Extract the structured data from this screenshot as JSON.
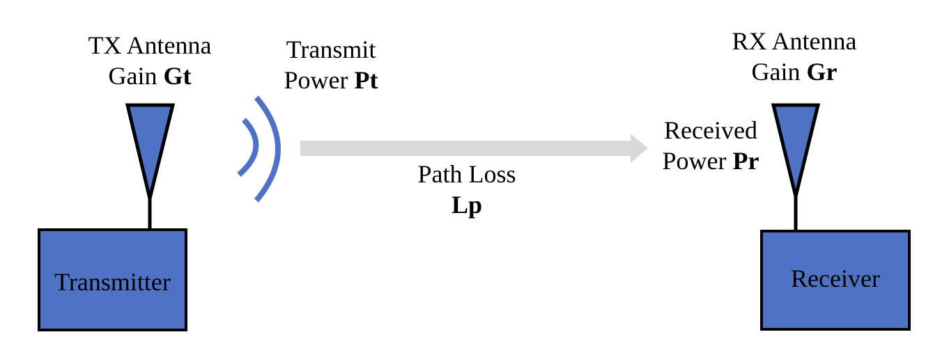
{
  "colors": {
    "box_fill": "#4f72c4",
    "box_stroke": "#000000",
    "antenna_fill": "#4f72c4",
    "wave_color": "#4f72c4",
    "arrow_color": "#d9d9d9"
  },
  "icons": {
    "tx_antenna": "antenna-icon",
    "rx_antenna": "antenna-icon",
    "signal_waves": "signal-wave-icon",
    "path_arrow": "arrow-right-icon"
  },
  "transmitter": {
    "label": "Transmitter",
    "antenna": {
      "line1": "TX Antenna",
      "line2_prefix": "Gain ",
      "line2_symbol": "Gt"
    },
    "power": {
      "line1": "Transmit",
      "line2_prefix": "Power ",
      "line2_symbol": "Pt"
    }
  },
  "path": {
    "line1": "Path Loss",
    "symbol": "Lp"
  },
  "receiver": {
    "label": "Receiver",
    "antenna": {
      "line1": "RX Antenna",
      "line2_prefix": "Gain ",
      "line2_symbol": "Gr"
    },
    "power": {
      "line1": "Received",
      "line2_prefix": "Power ",
      "line2_symbol": "Pr"
    }
  }
}
